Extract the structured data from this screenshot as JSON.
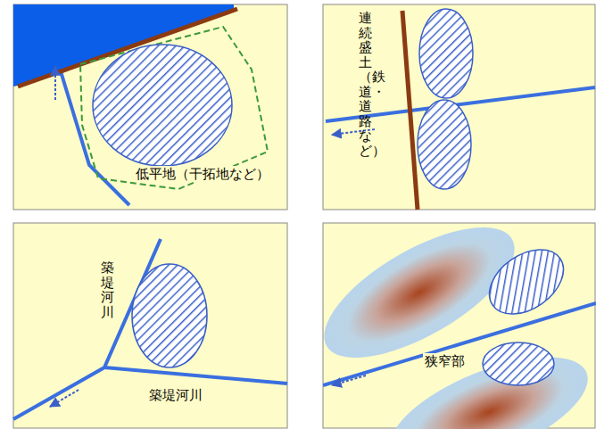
{
  "diagram": {
    "labels": [
      "低平地（干拓地など）",
      "連続盛土（鉄道・道路など）",
      "築堤河川",
      "築堤河川",
      "狭窄部"
    ]
  }
}
